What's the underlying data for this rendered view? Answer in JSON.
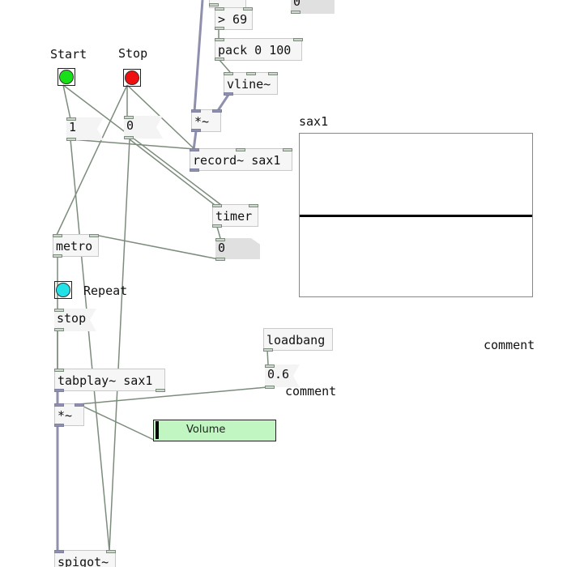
{
  "patch": {
    "objects": {
      "gt69": "> 69",
      "pack": "pack 0 100",
      "vline": "vline~",
      "mul_rec": "*~",
      "record": "record~ sax1",
      "timer": "timer",
      "metro": "metro",
      "tabplay": "tabplay~ sax1",
      "mul_play": "*~",
      "loadbang": "loadbang",
      "spigot": "spigot~"
    },
    "messages": {
      "one": "1",
      "zero": "0",
      "stop": "stop",
      "volume_value": "0.6"
    },
    "number_boxes": {
      "top_number": "0",
      "timer_number": "0"
    },
    "bangs": {
      "start": {
        "label": "Start",
        "color": "#18e018"
      },
      "stop": {
        "label": "Stop",
        "color": "#f01010"
      },
      "repeat": {
        "label": "Repeat",
        "color": "#22e2e8"
      }
    },
    "array": {
      "name": "sax1"
    },
    "slider": {
      "label": "Volume",
      "color": "#c1f5c1"
    },
    "comments": {
      "under_volume": "comment",
      "right": "comment"
    },
    "colors": {
      "control_wire": "#7c8c7c",
      "signal_wire": "#8f8fae"
    }
  }
}
